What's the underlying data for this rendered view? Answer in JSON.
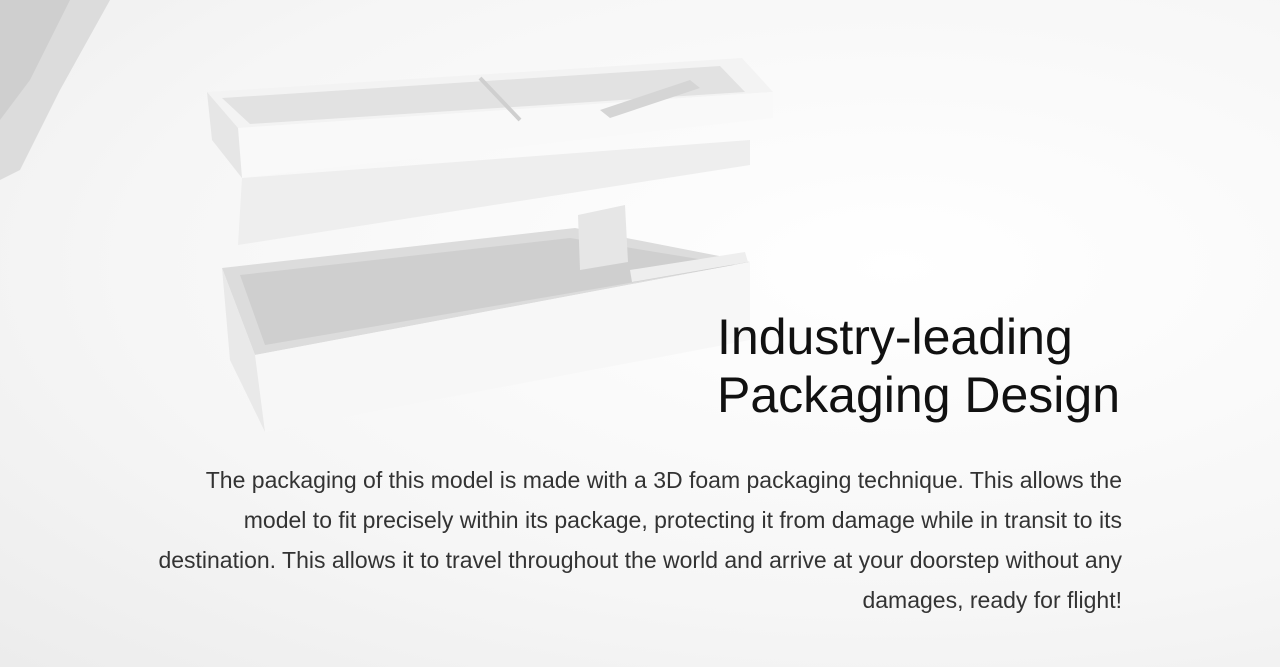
{
  "heading": {
    "line1": "Industry-leading",
    "line2": "Packaging Design"
  },
  "description": "The packaging of this model is made with a 3D foam packaging technique. This allows the model to fit precisely within its package, protecting it from damage while in transit to its destination. This allows it to travel throughout the world and arrive at your doorstep without any damages, ready for flight!"
}
